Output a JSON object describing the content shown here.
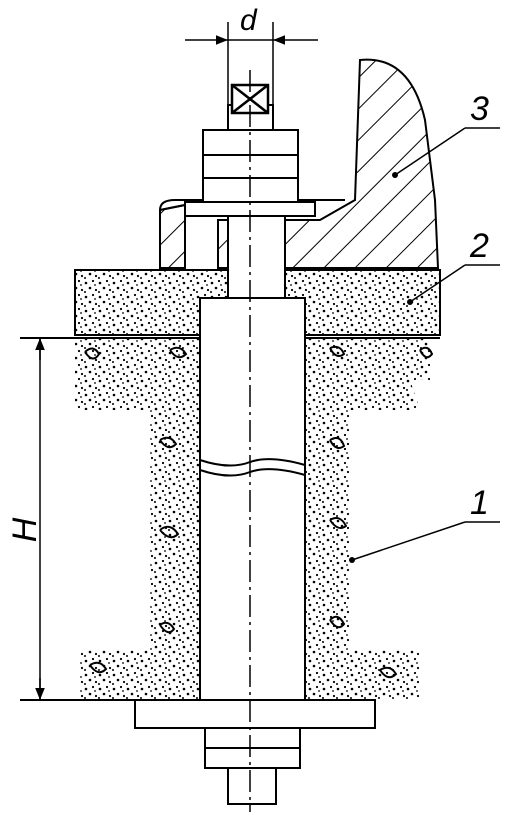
{
  "drawing": {
    "dimensions": {
      "diameter_label": "d",
      "depth_label": "H"
    },
    "callouts": [
      {
        "id": "1",
        "text": "1"
      },
      {
        "id": "2",
        "text": "2"
      },
      {
        "id": "3",
        "text": "3"
      }
    ],
    "colors": {
      "line": "#000000",
      "background": "#ffffff"
    }
  }
}
